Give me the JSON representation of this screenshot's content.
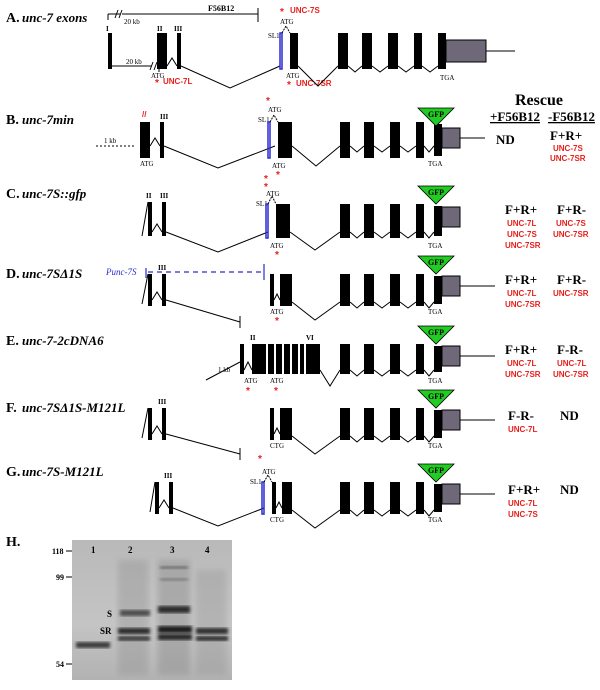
{
  "panels": [
    {
      "letter": "A.",
      "name": "unc-7 exons"
    },
    {
      "letter": "B.",
      "name": "unc-7min"
    },
    {
      "letter": "C.",
      "name": "unc-7S::gfp"
    },
    {
      "letter": "D.",
      "name": "unc-7SΔ1S"
    },
    {
      "letter": "E.",
      "name": "unc-7-2cDNA6"
    },
    {
      "letter": "F.",
      "name": "unc-7SΔ1S-M121L"
    },
    {
      "letter": "G.",
      "name": "unc-7S-M121L"
    },
    {
      "letter": "H.",
      "name": ""
    }
  ],
  "labels": {
    "f56b12": "F56B12",
    "kb20": "20 kb",
    "kb1": "1 kb",
    "atg": "ATG",
    "ctg": "CTG",
    "tga": "TGA",
    "sl1": "SL1",
    "gfp": "GFP",
    "punc7s": "Punc-7S",
    "ex_I": "I",
    "ex_II": "II",
    "ex_III": "III",
    "ex_VI": "VI",
    "unc7s": "UNC-7S",
    "unc7l": "UNC-7L",
    "unc7sr": "UNC-7SR",
    "break_mark": "//",
    "asterisk": "*"
  },
  "rescue": {
    "title": "Rescue",
    "plus_col": "+F56B12",
    "minus_col": "-F56B12",
    "rows": [
      {
        "panel": "B",
        "plus": "ND",
        "plus_proteins": [],
        "minus": "F+R+",
        "minus_proteins": [
          "UNC-7S",
          "UNC-7SR"
        ]
      },
      {
        "panel": "C",
        "plus": "F+R+",
        "plus_proteins": [
          "UNC-7L",
          "UNC-7S",
          "UNC-7SR"
        ],
        "minus": "F+R-",
        "minus_proteins": [
          "UNC-7S",
          "UNC-7SR"
        ]
      },
      {
        "panel": "D",
        "plus": "F+R+",
        "plus_proteins": [
          "UNC-7L",
          "UNC-7SR"
        ],
        "minus": "F+R-",
        "minus_proteins": [
          "UNC-7SR"
        ]
      },
      {
        "panel": "E",
        "plus": "F+R+",
        "plus_proteins": [
          "UNC-7L",
          "UNC-7SR"
        ],
        "minus": "F-R-",
        "minus_proteins": [
          "UNC-7L",
          "UNC-7SR"
        ]
      },
      {
        "panel": "F",
        "plus": "F-R-",
        "plus_proteins": [
          "UNC-7L"
        ],
        "minus": "ND",
        "minus_proteins": []
      },
      {
        "panel": "G",
        "plus": "F+R+",
        "plus_proteins": [
          "UNC-7L",
          "UNC-7S"
        ],
        "minus": "ND",
        "minus_proteins": []
      }
    ]
  },
  "blot": {
    "lanes": [
      "1",
      "2",
      "3",
      "4"
    ],
    "markers": [
      "118",
      "99",
      "54"
    ],
    "band_labels": [
      "S",
      "SR"
    ]
  },
  "colors": {
    "protein_red": "#e8201c",
    "gfp_green": "#22cc22",
    "utr_gray": "#6f6878",
    "promoter_blue": "#2b2bd0"
  }
}
